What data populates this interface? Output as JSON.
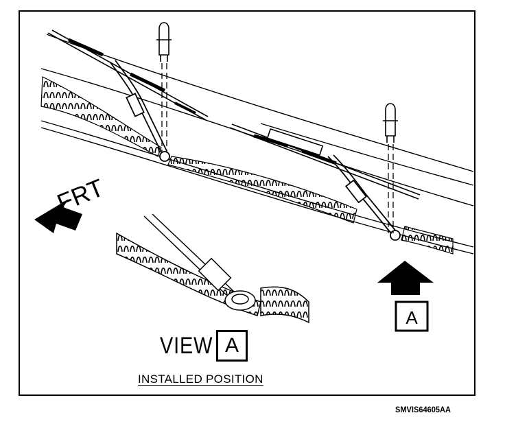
{
  "labels": {
    "front": "FRT",
    "arrow_box": "A",
    "view_word": "VIEW",
    "view_letter": "A",
    "installed_position": "INSTALLED POSITION",
    "figure_code": "SMVIS64605AA"
  }
}
